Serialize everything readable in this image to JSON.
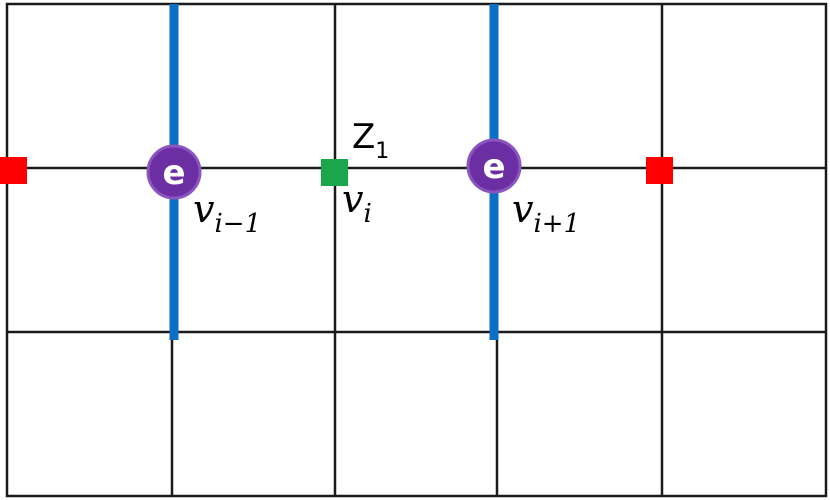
{
  "colors": {
    "grid": "#1a1a1a",
    "edge": "#0b6fc4",
    "particle": "#6b2fa3",
    "particle_border": "#8a55c0",
    "endpoint": "#ff0000",
    "center": "#1aa64a"
  },
  "particles": [
    {
      "label": "e"
    },
    {
      "label": "e"
    }
  ],
  "vertices": [
    {
      "base": "v",
      "sub": "i−1"
    },
    {
      "base": "v",
      "sub": "i"
    },
    {
      "base": "v",
      "sub": "i+1"
    }
  ],
  "operator": {
    "base": "Z",
    "sub": "1"
  }
}
